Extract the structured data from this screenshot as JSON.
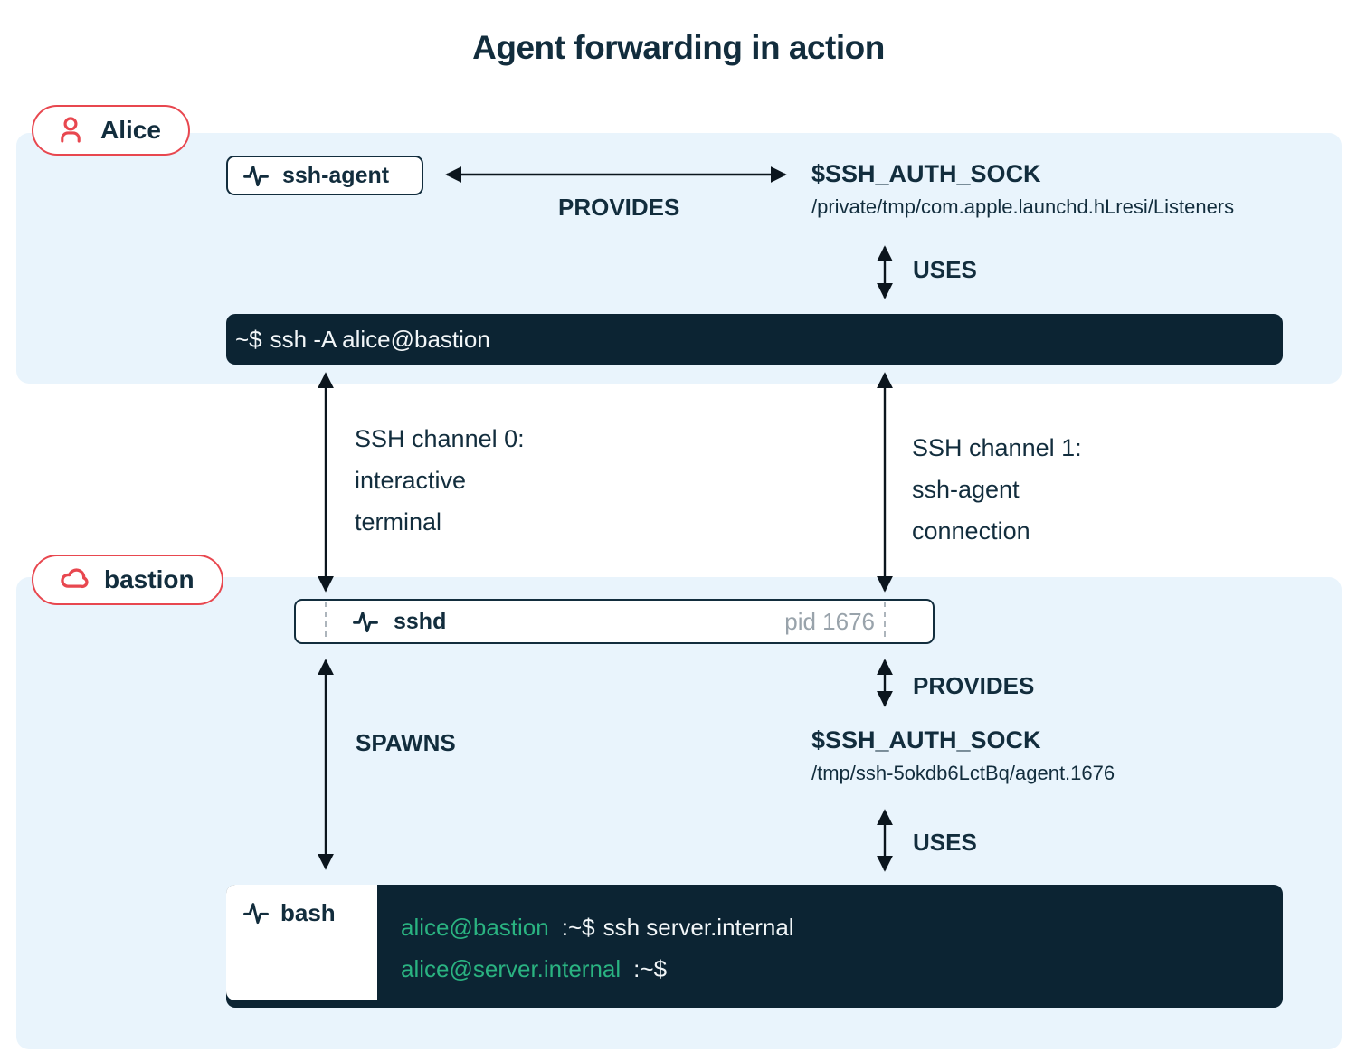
{
  "title": "Agent forwarding in action",
  "colors": {
    "navy": "#122D3D",
    "term": "#0C2433",
    "band": "#E9F4FC",
    "red": "#E8474F",
    "green": "#2AB381",
    "gray": "#99A3AB",
    "white": "#FFFFFF"
  },
  "icons": {
    "alice_badge": "person-icon",
    "bastion_badge": "cloud-icon",
    "process_badge": "activity-pulse-icon"
  },
  "alice": {
    "zone_label": "Alice",
    "agent_node": "ssh-agent",
    "provides": "PROVIDES",
    "uses": "USES",
    "auth_sock_var": "$SSH_AUTH_SOCK",
    "auth_sock_path": "/private/tmp/com.apple.launchd.hLresi/Listeners",
    "terminal": {
      "prompt": "~$",
      "command": "ssh -A alice@bastion"
    }
  },
  "channels": {
    "ch0": {
      "l1": "SSH channel 0:",
      "l2": "interactive",
      "l3": "terminal"
    },
    "ch1": {
      "l1": "SSH channel 1:",
      "l2": "ssh-agent",
      "l3": "connection"
    }
  },
  "bastion": {
    "zone_label": "bastion",
    "sshd_node": "sshd",
    "sshd_pid": "pid 1676",
    "spawns": "SPAWNS",
    "provides": "PROVIDES",
    "uses": "USES",
    "auth_sock_var": "$SSH_AUTH_SOCK",
    "auth_sock_path": "/tmp/ssh-5okdb6LctBq/agent.1676",
    "bash_node": "bash",
    "terminal_lines": [
      {
        "user": "alice@bastion",
        "prompt": ":~$",
        "command": "ssh server.internal"
      },
      {
        "user": "alice@server.internal",
        "prompt": ":~$",
        "command": ""
      }
    ]
  }
}
